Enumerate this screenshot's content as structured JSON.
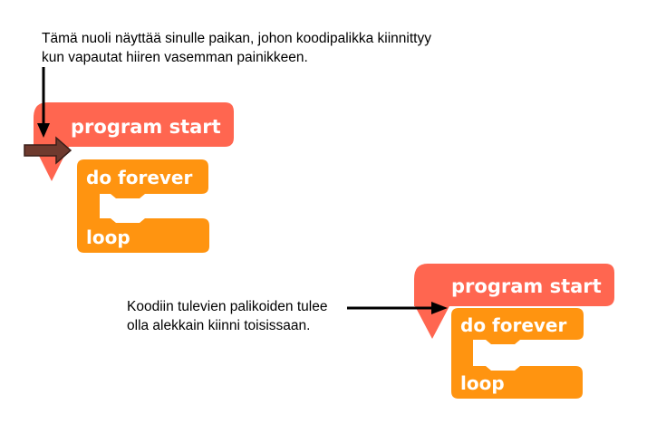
{
  "annotations": {
    "top_line1": "Tämä nuoli näyttää sinulle paikan, johon koodipalikka kiinnittyy",
    "top_line2": "kun vapautat hiiren vasemman painikkeen.",
    "bottom_line1": "Koodiin tulevien palikoiden tulee",
    "bottom_line2": "olla alekkain kiinni toisissaan."
  },
  "example_left": {
    "hat_label": "program start",
    "loop_header": "do forever",
    "loop_footer": "loop"
  },
  "example_right": {
    "hat_label": "program start",
    "loop_header": "do forever",
    "loop_footer": "loop"
  },
  "colors": {
    "hat_block": "#FF6650",
    "loop_block": "#FF9410",
    "drop_arrow": "#6E3A2E"
  }
}
